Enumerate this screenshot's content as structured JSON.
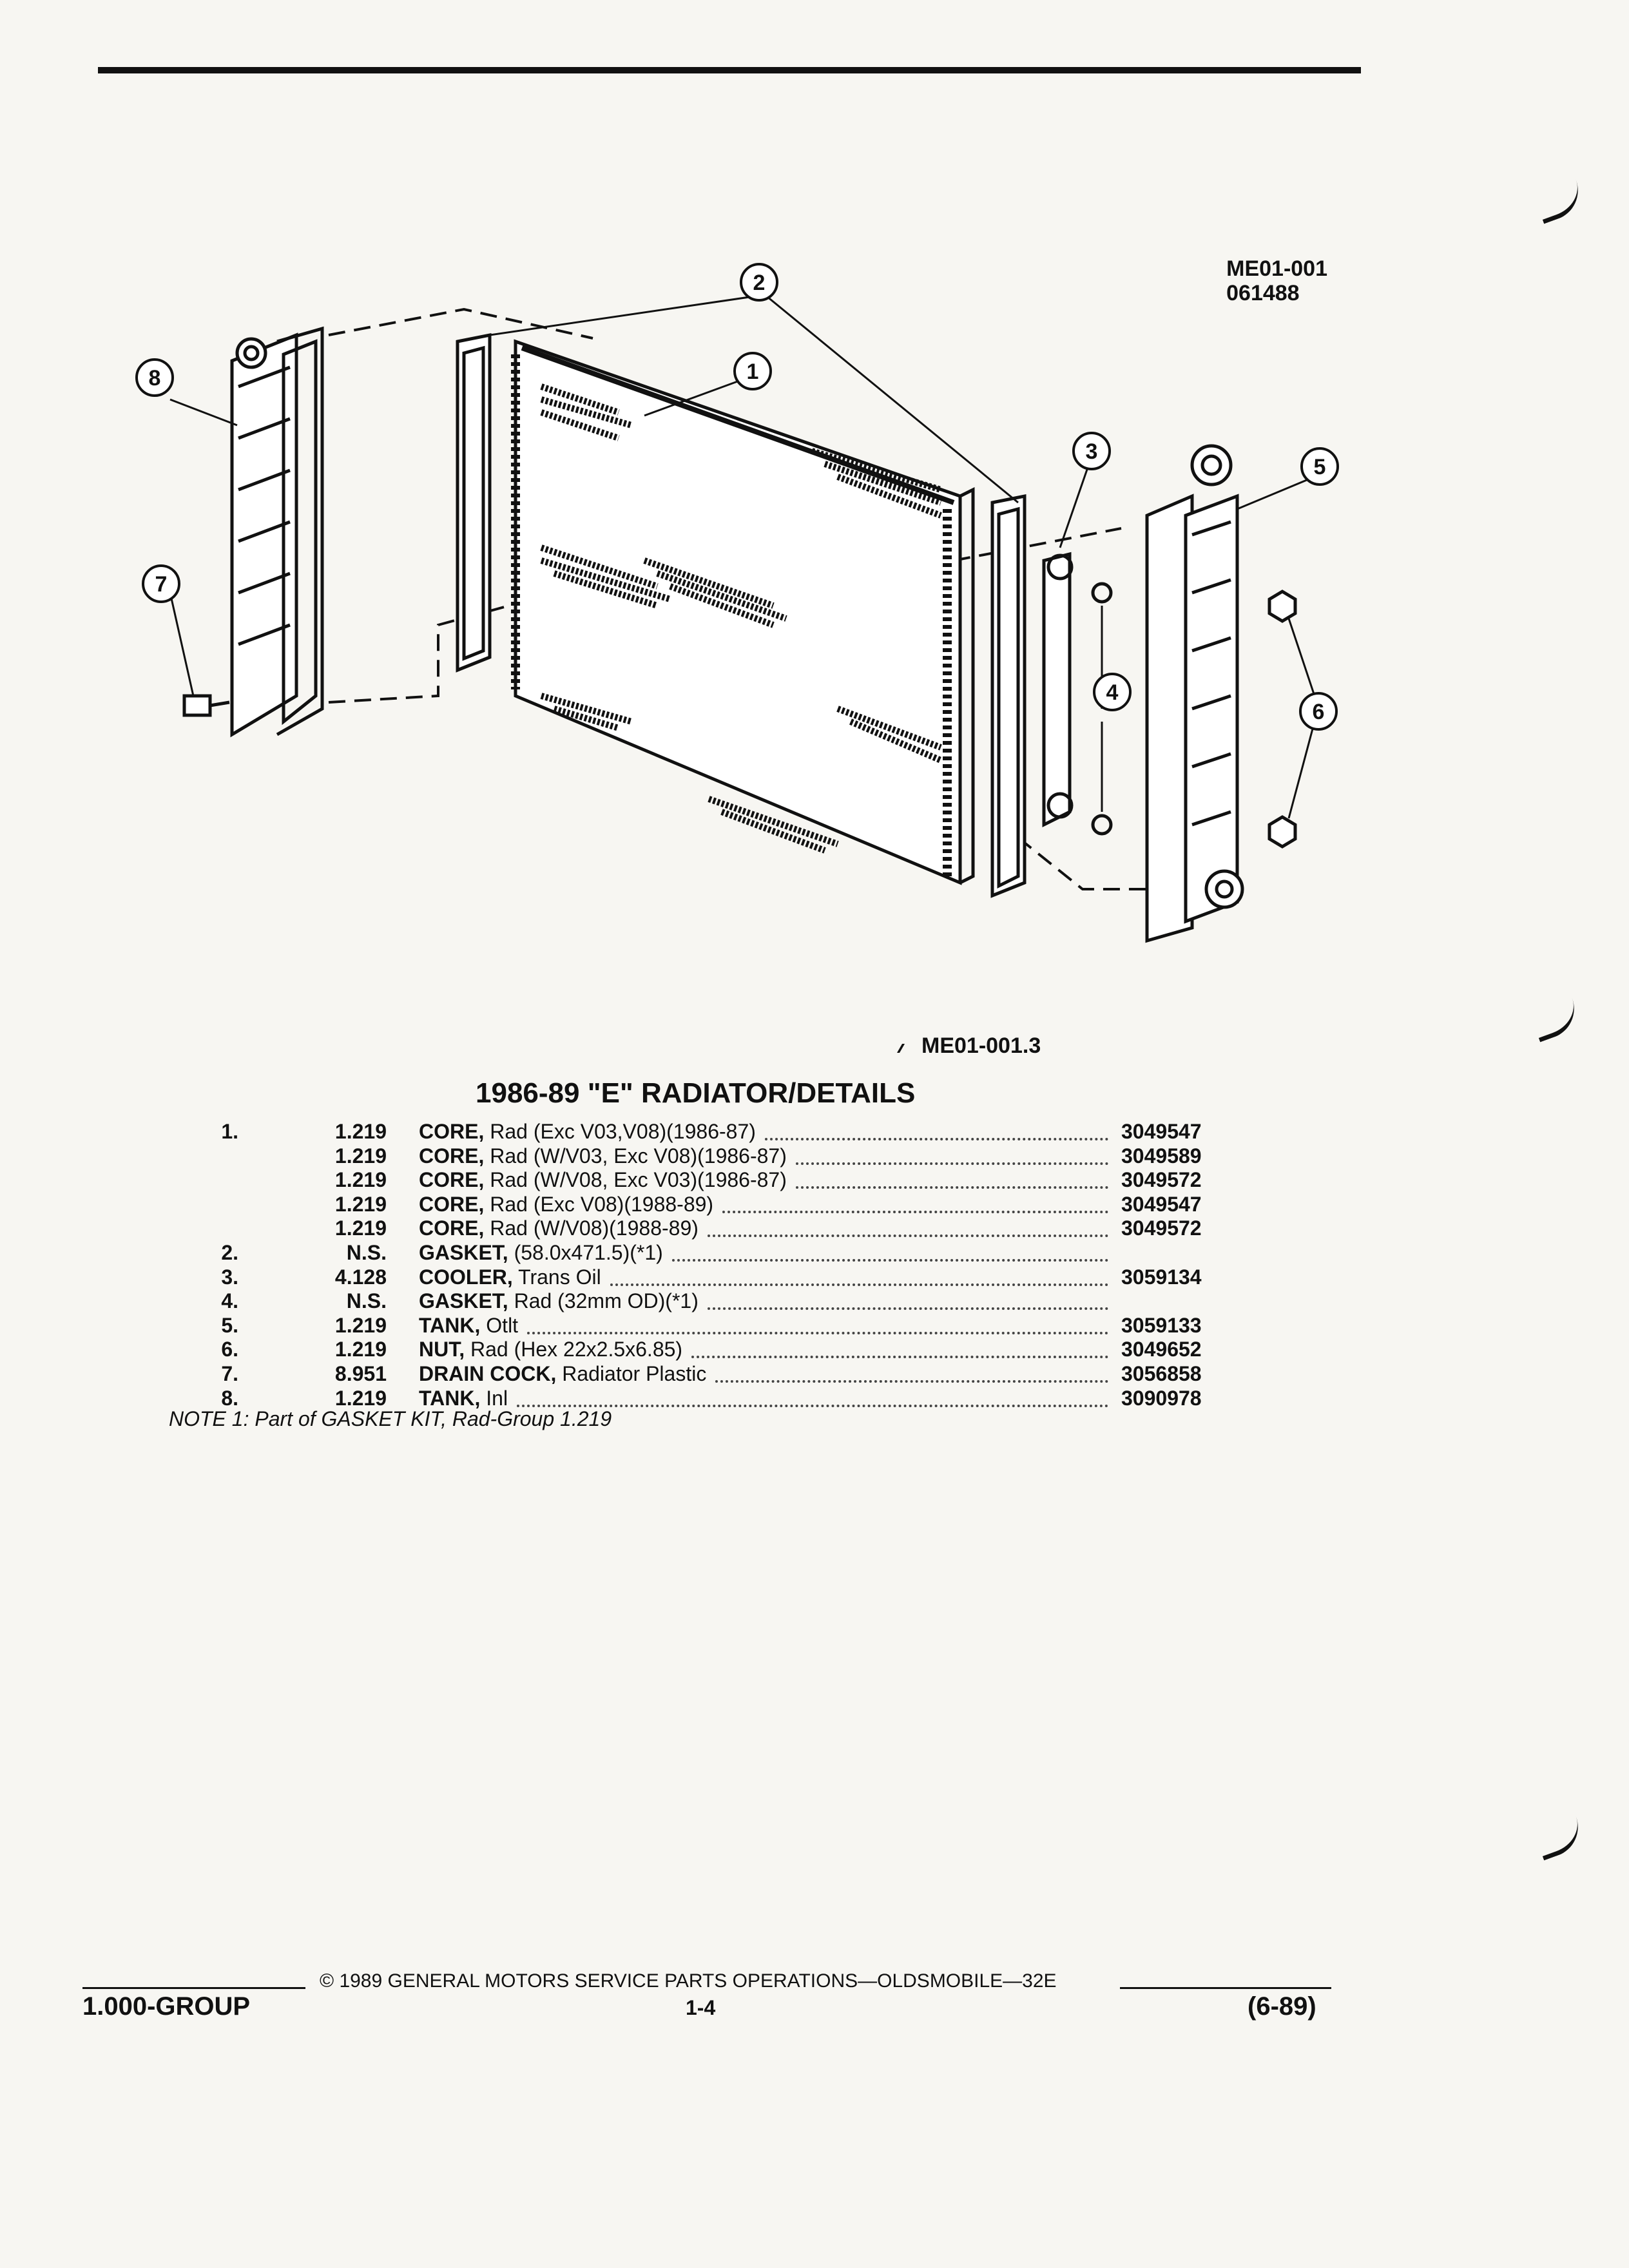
{
  "figure": {
    "id": "ME01-001",
    "date_code": "061488",
    "reference": "ME01-001.3",
    "callouts": [
      "1",
      "2",
      "3",
      "4",
      "5",
      "6",
      "7",
      "8"
    ]
  },
  "section_title": "1986-89 \"E\" RADIATOR/DETAILS",
  "parts": [
    {
      "num": "1.",
      "group": "1.219",
      "name": "CORE,",
      "desc": " Rad (Exc V03,V08)(1986-87)",
      "part_no": "3049547"
    },
    {
      "num": "",
      "group": "1.219",
      "name": "CORE,",
      "desc": " Rad (W/V03, Exc V08)(1986-87)",
      "part_no": "3049589"
    },
    {
      "num": "",
      "group": "1.219",
      "name": "CORE,",
      "desc": " Rad (W/V08, Exc V03)(1986-87)",
      "part_no": "3049572"
    },
    {
      "num": "",
      "group": "1.219",
      "name": "CORE,",
      "desc": " Rad (Exc V08)(1988-89)",
      "part_no": "3049547"
    },
    {
      "num": "",
      "group": "1.219",
      "name": "CORE,",
      "desc": " Rad (W/V08)(1988-89)",
      "part_no": "3049572"
    },
    {
      "num": "2.",
      "group": "N.S.",
      "name": "GASKET,",
      "desc": " (58.0x471.5)(*1)",
      "part_no": ""
    },
    {
      "num": "3.",
      "group": "4.128",
      "name": "COOLER,",
      "desc": " Trans Oil",
      "part_no": "3059134"
    },
    {
      "num": "4.",
      "group": "N.S.",
      "name": "GASKET,",
      "desc": " Rad (32mm OD)(*1)",
      "part_no": ""
    },
    {
      "num": "5.",
      "group": "1.219",
      "name": "TANK,",
      "desc": " Otlt",
      "part_no": "3059133"
    },
    {
      "num": "6.",
      "group": "1.219",
      "name": "NUT,",
      "desc": " Rad (Hex 22x2.5x6.85)",
      "part_no": "3049652"
    },
    {
      "num": "7.",
      "group": "8.951",
      "name": "DRAIN COCK,",
      "desc": " Radiator Plastic",
      "part_no": "3056858"
    },
    {
      "num": "8.",
      "group": "1.219",
      "name": "TANK,",
      "desc": " Inl",
      "part_no": "3090978"
    }
  ],
  "note": "NOTE 1: Part of GASKET KIT, Rad-Group 1.219",
  "footer": {
    "copyright": "© 1989 GENERAL MOTORS SERVICE PARTS OPERATIONS—OLDSMOBILE—32E",
    "group": "1.000-GROUP",
    "page": "1-4",
    "date": "(6-89)"
  }
}
